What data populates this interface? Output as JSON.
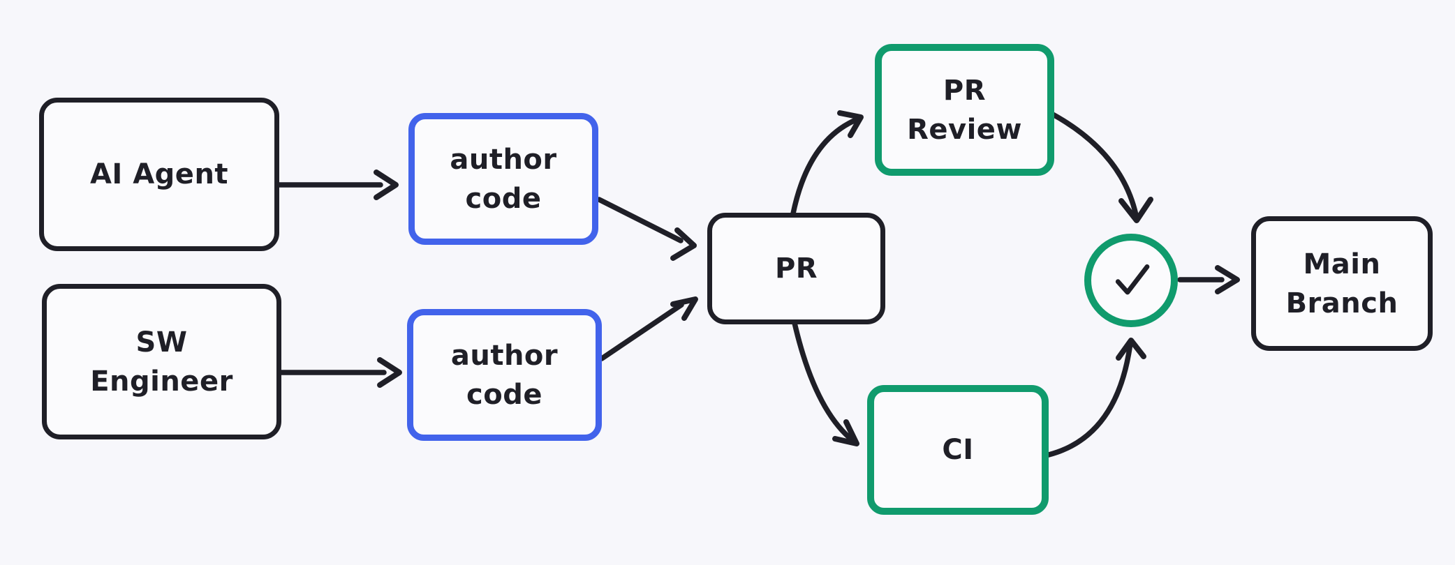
{
  "diagram": {
    "background_color": "#f7f7fb",
    "colors": {
      "ink": "#1f1f27",
      "blue_accent": "#4263eb",
      "green_accent": "#109b6d",
      "node_fill": "#fbfbfd"
    },
    "nodes": {
      "ai_agent": {
        "label": "AI Agent",
        "border": "black"
      },
      "sw_engineer": {
        "label": "SW\nEngineer",
        "border": "black"
      },
      "author_code_top": {
        "label": "author\ncode",
        "border": "blue"
      },
      "author_code_bottom": {
        "label": "author\ncode",
        "border": "blue"
      },
      "pr": {
        "label": "PR",
        "border": "black"
      },
      "pr_review": {
        "label": "PR\nReview",
        "border": "green"
      },
      "ci": {
        "label": "CI",
        "border": "green"
      },
      "approval": {
        "icon": "check-icon",
        "border": "green"
      },
      "main_branch": {
        "label": "Main\nBranch",
        "border": "black"
      }
    },
    "edges": [
      {
        "from": "ai_agent",
        "to": "author_code_top"
      },
      {
        "from": "sw_engineer",
        "to": "author_code_bottom"
      },
      {
        "from": "author_code_top",
        "to": "pr"
      },
      {
        "from": "author_code_bottom",
        "to": "pr"
      },
      {
        "from": "pr",
        "to": "pr_review"
      },
      {
        "from": "pr",
        "to": "ci"
      },
      {
        "from": "pr_review",
        "to": "approval"
      },
      {
        "from": "ci",
        "to": "approval"
      },
      {
        "from": "approval",
        "to": "main_branch"
      }
    ]
  }
}
